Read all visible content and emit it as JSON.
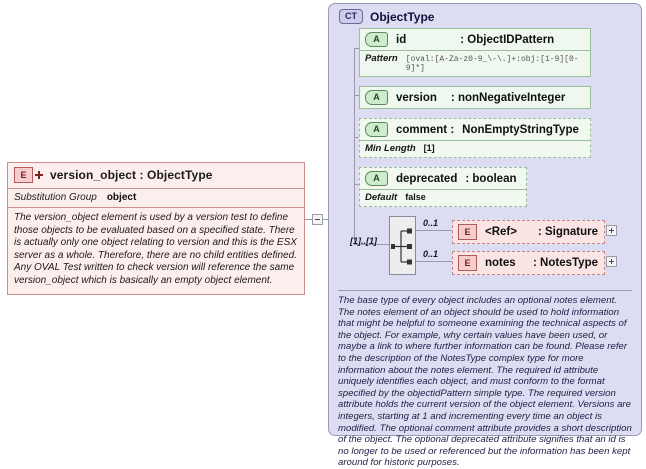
{
  "left_element": {
    "badge": "E",
    "badge_expand_icon": "plus-icon",
    "title": "version_object : ObjectType",
    "substitution_group_label": "Substitution Group",
    "substitution_group_value": "object",
    "description": "The version_object element is used by a version test to define those objects to be evaluated based on a specified state. There is actually only one object relating to version and this is the ESX server as a whole. Therefore, there are no child entities defined. Any OVAL Test written to check version will reference the same version_object which is basically an empty object element."
  },
  "connector": {
    "collapse_icon": "minus-box-icon"
  },
  "complex_type": {
    "badge": "CT",
    "title": "ObjectType",
    "attributes": [
      {
        "badge": "A",
        "name": "id",
        "separator": ":",
        "type": "ObjectIDPattern",
        "facet_label": "Pattern",
        "facet_value": "[oval:[A-Za-z0-9_\\-\\.]+:obj:[1-9][0-9]*]",
        "optional": false
      },
      {
        "badge": "A",
        "name": "version",
        "separator": ":",
        "type": "nonNegativeInteger",
        "facet_label": "",
        "facet_value": "",
        "optional": false
      },
      {
        "badge": "A",
        "name": "comment :",
        "separator": "",
        "type": "NonEmptyStringType",
        "facet_label": "Min Length",
        "facet_value": "[1]",
        "optional": true
      },
      {
        "badge": "A",
        "name": "deprecated",
        "separator": ":",
        "type": "boolean",
        "facet_label": "Default",
        "facet_value": "false",
        "optional": true
      }
    ],
    "compositor": {
      "kind": "sequence-icon",
      "cardinality": "[1]..[1]"
    },
    "children": [
      {
        "badge": "E",
        "name": "<Ref>",
        "separator": ":",
        "type": "Signature",
        "occurrence": "0..1",
        "expand_icon": "plus-box-icon"
      },
      {
        "badge": "E",
        "name": "notes",
        "separator": ":",
        "type": "NotesType",
        "occurrence": "0..1",
        "expand_icon": "plus-box-icon"
      }
    ],
    "documentation": "The base type of every object includes an optional notes element. The notes element of an object should be used to hold information that might be helpful to someone examining the technical aspects of the object. For example, why certain values have been used, or maybe a link to where further information can be found. Please refer to the description of the NotesType complex type for more information about the notes element. The required id attribute uniquely identifies each object, and must conform to the format specified by the objectidPattern simple type. The required version attribute holds the current version of the object element. Versions are integers, starting at 1 and incrementing every time an object is modified. The optional comment attribute provides a short description of the object. The optional deprecated attribute signifies that an id is no longer to be used or referenced but the information has been kept around for historic purposes."
  },
  "colors": {
    "element_pink": "#fdeeee",
    "element_border": "#c98e8e",
    "attribute_green": "#eef8ee",
    "attribute_border": "#9abf9a",
    "panel_lavender": "#dcdcf2",
    "panel_border": "#9a9ab8",
    "line_gray": "#9a9aa8"
  }
}
